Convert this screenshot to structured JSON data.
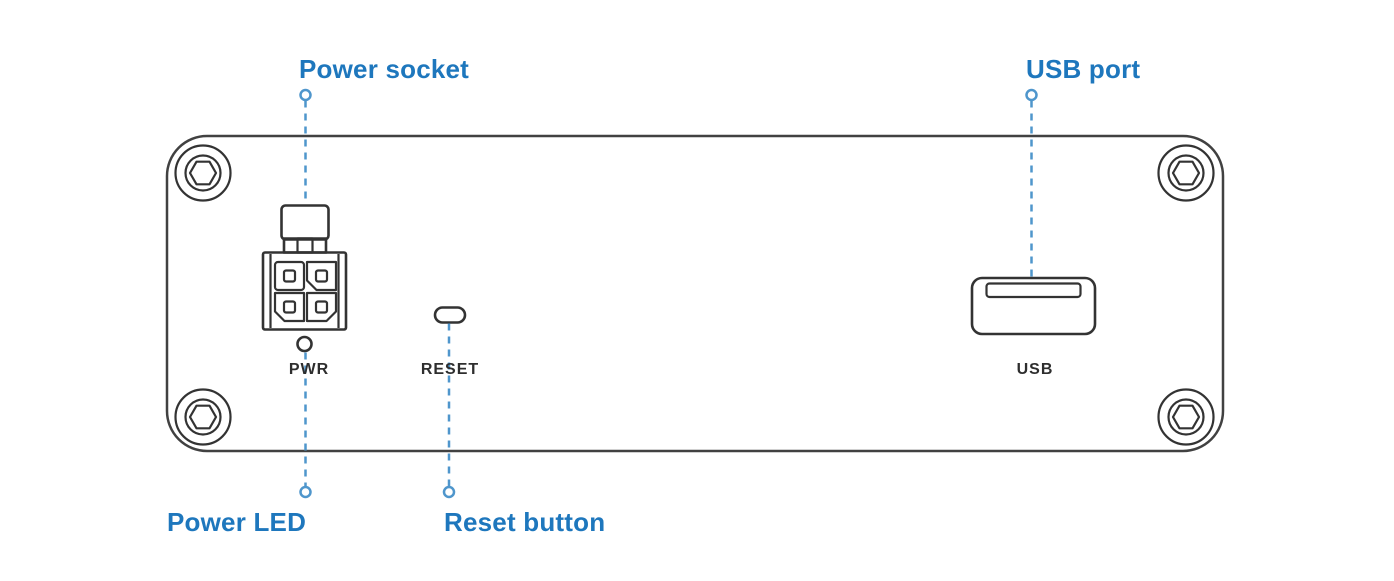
{
  "diagram": {
    "callouts": {
      "power_socket": "Power socket",
      "usb_port": "USB port",
      "power_led": "Power LED",
      "reset_button": "Reset button"
    },
    "port_labels": {
      "pwr": "PWR",
      "reset": "RESET",
      "usb": "USB"
    },
    "icons": {
      "corner_screws": "hex-screw-icon",
      "power_socket": "4-pin-power-socket-icon",
      "power_led": "led-hole-icon",
      "reset_button": "reset-pinhole-icon",
      "usb_port": "usb-a-port-icon"
    }
  },
  "colors": {
    "callout_text": "#1e77bd",
    "callout_line": "#4f96cc",
    "panel_outline": "#414141",
    "component_outline": "#333333",
    "port_label_text": "#2e2e2e",
    "background": "#ffffff"
  }
}
